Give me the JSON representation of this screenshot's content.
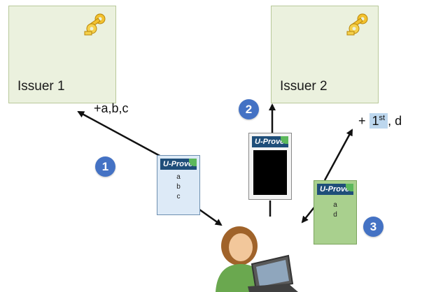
{
  "issuers": [
    {
      "label": "Issuer 1",
      "icon": "keys-icon"
    },
    {
      "label": "Issuer 2",
      "icon": "keys-icon"
    }
  ],
  "annotations": {
    "attrs_issuer1": "+a,b,c",
    "attrs_issuer3_prefix": "+ ",
    "attrs_issuer3_main": "1",
    "attrs_issuer3_sup": "st",
    "attrs_issuer3_suffix": ", d"
  },
  "steps": [
    "1",
    "2",
    "3"
  ],
  "tokens": [
    {
      "logo": "U-Prove",
      "attributes": [
        "a",
        "b",
        "c"
      ],
      "color": "#ddeaf7"
    },
    {
      "logo": "U-Prove",
      "attributes": [],
      "color": "#000000"
    },
    {
      "logo": "U-Prove",
      "attributes": [
        "a",
        "d"
      ],
      "color": "#a9d08e"
    }
  ],
  "user": {
    "icon": "user-with-laptop-icon"
  },
  "colors": {
    "issuer_bg": "#ebf1de",
    "step_circle": "#4472c4",
    "token_header": "#1f4e79"
  }
}
